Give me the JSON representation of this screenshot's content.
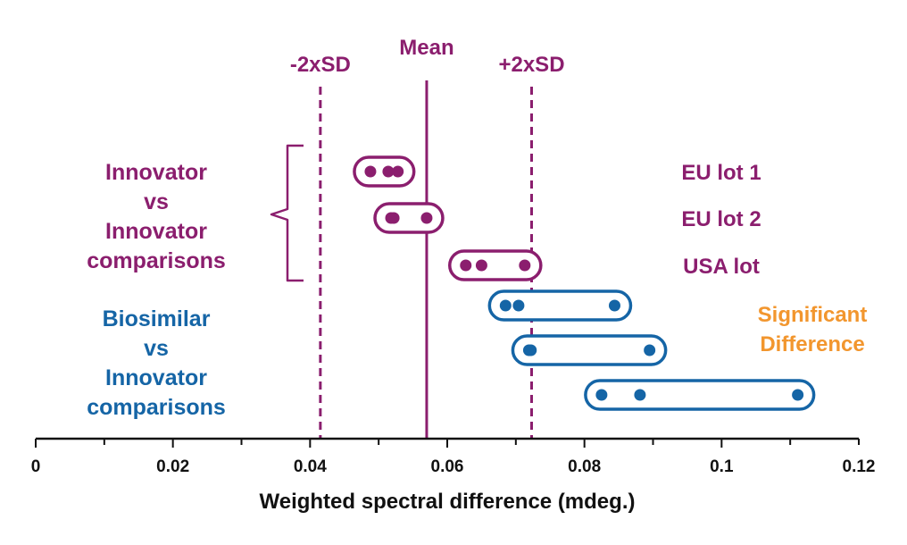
{
  "colors": {
    "innovator": "#8B1E6E",
    "biosimilar": "#1565A6",
    "significant": "#F2962E",
    "axis": "#111111"
  },
  "chart_data": {
    "type": "scatter",
    "title": "",
    "xlabel": "Weighted spectral difference (mdeg.)",
    "ylabel": "",
    "xlim": [
      0,
      0.12
    ],
    "ticks": [
      {
        "value": 0,
        "label": "0"
      },
      {
        "value": 0.02,
        "label": "0.02"
      },
      {
        "value": 0.04,
        "label": "0.04"
      },
      {
        "value": 0.06,
        "label": "0.06"
      },
      {
        "value": 0.08,
        "label": "0.08"
      },
      {
        "value": 0.1,
        "label": "0.1"
      },
      {
        "value": 0.12,
        "label": "0.12"
      }
    ],
    "reference_lines": [
      {
        "label": "-2xSD",
        "value": 0.0415,
        "style": "dashed"
      },
      {
        "label": "Mean",
        "value": 0.057,
        "style": "solid"
      },
      {
        "label": "+2xSD",
        "value": 0.0723,
        "style": "dashed"
      }
    ],
    "groups": [
      {
        "label_lines": [
          "Innovator",
          "vs",
          "Innovator",
          "comparisons"
        ],
        "color_key": "innovator",
        "bracket": true
      },
      {
        "label_lines": [
          "Biosimilar",
          "vs",
          "Innovator",
          "comparisons"
        ],
        "color_key": "biosimilar",
        "bracket": false
      }
    ],
    "series": [
      {
        "group": 0,
        "label": "EU lot 1",
        "values": [
          0.0488,
          0.0514,
          0.0528
        ]
      },
      {
        "group": 0,
        "label": "EU lot 2",
        "values": [
          0.0518,
          0.0522,
          0.057
        ]
      },
      {
        "group": 0,
        "label": "USA lot",
        "values": [
          0.0627,
          0.065,
          0.0713
        ]
      },
      {
        "group": 1,
        "label": "",
        "values": [
          0.0685,
          0.0704,
          0.0844
        ]
      },
      {
        "group": 1,
        "label": "",
        "values": [
          0.0719,
          0.0722,
          0.0895
        ]
      },
      {
        "group": 1,
        "label": "",
        "values": [
          0.0825,
          0.0881,
          0.1111
        ]
      }
    ],
    "annotation": {
      "lines": [
        "Significant",
        "Difference"
      ]
    }
  }
}
